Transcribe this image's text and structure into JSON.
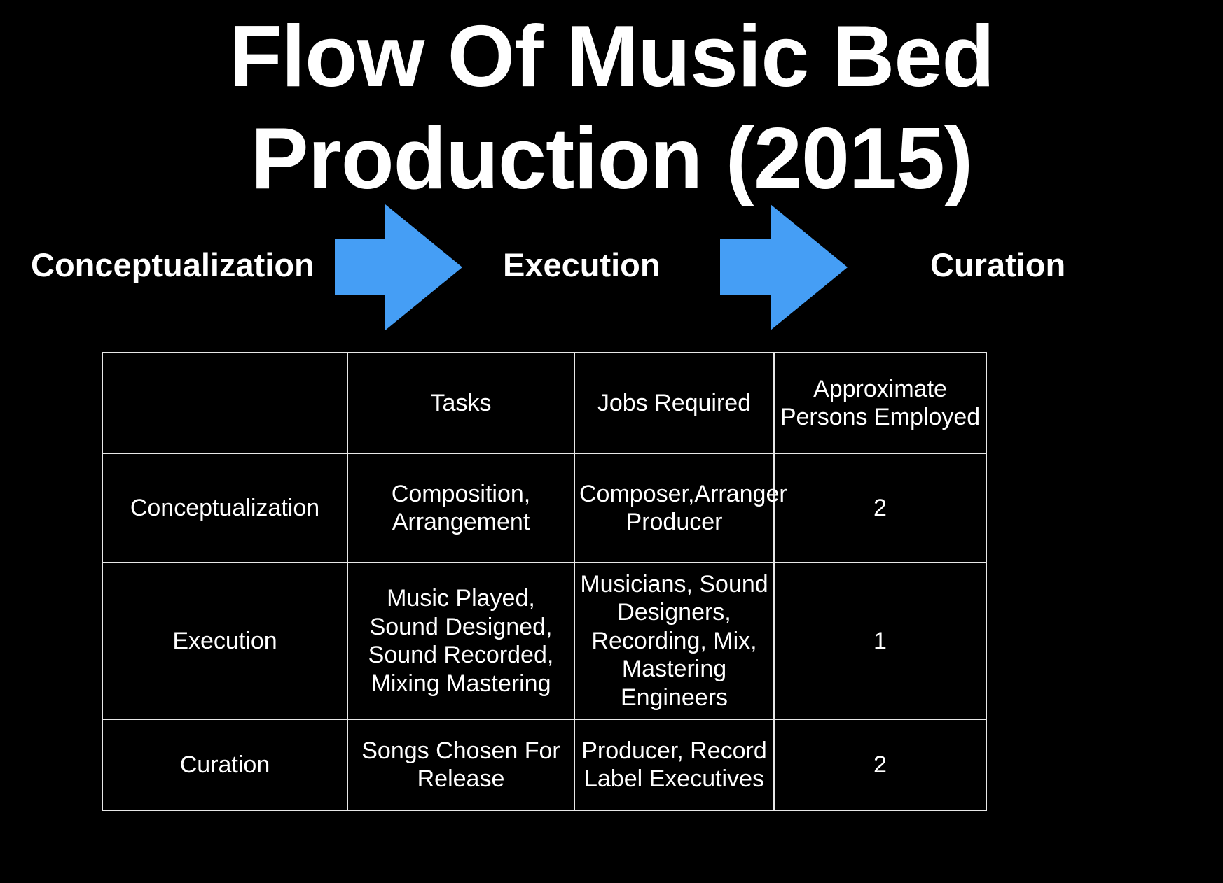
{
  "slide": {
    "title": "Flow Of Music Bed\nProduction (2015)",
    "background_color": "#000000",
    "text_color": "#ffffff",
    "accent_color": "#459ef5"
  },
  "flow": {
    "steps": [
      {
        "label": "Conceptualization"
      },
      {
        "label": "Execution"
      },
      {
        "label": "Curation"
      }
    ],
    "arrows": [
      {
        "name": "arrow-right-1"
      },
      {
        "name": "arrow-right-2"
      }
    ]
  },
  "table": {
    "columns": [
      "",
      "Tasks",
      "Jobs Required",
      "Approximate Persons Employed"
    ],
    "rows": [
      {
        "stage": "Conceptualization",
        "tasks": "Composition, Arrangement",
        "jobs": "Composer,Arranger Producer",
        "persons": "2"
      },
      {
        "stage": "Execution",
        "tasks": "Music Played, Sound Designed, Sound Recorded, Mixing Mastering",
        "jobs": "Musicians, Sound Designers, Recording, Mix, Mastering Engineers",
        "persons": "1"
      },
      {
        "stage": "Curation",
        "tasks": "Songs Chosen For Release",
        "jobs": "Producer, Record Label Executives",
        "persons": "2"
      }
    ]
  }
}
